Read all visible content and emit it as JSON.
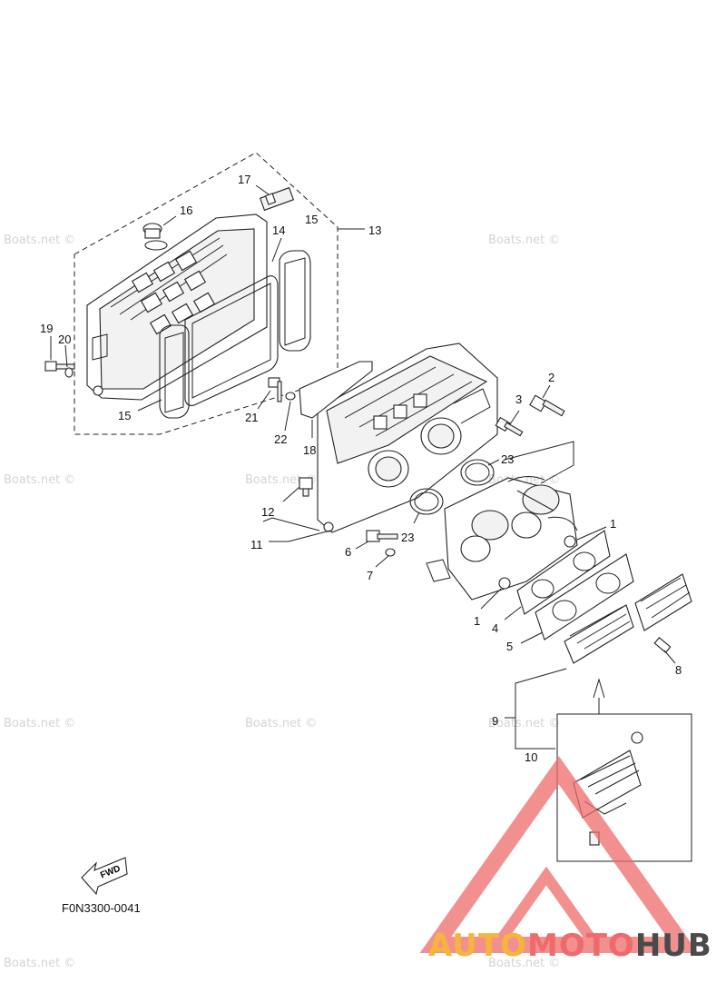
{
  "callouts": [
    {
      "id": "c1a",
      "text": "1"
    },
    {
      "id": "c1b",
      "text": "1"
    },
    {
      "id": "c2",
      "text": "2"
    },
    {
      "id": "c3",
      "text": "3"
    },
    {
      "id": "c4",
      "text": "4"
    },
    {
      "id": "c5",
      "text": "5"
    },
    {
      "id": "c6",
      "text": "6"
    },
    {
      "id": "c7",
      "text": "7"
    },
    {
      "id": "c8",
      "text": "8"
    },
    {
      "id": "c9",
      "text": "9"
    },
    {
      "id": "c10",
      "text": "10"
    },
    {
      "id": "c11",
      "text": "11"
    },
    {
      "id": "c12",
      "text": "12"
    },
    {
      "id": "c13",
      "text": "13"
    },
    {
      "id": "c14",
      "text": "14"
    },
    {
      "id": "c15a",
      "text": "15"
    },
    {
      "id": "c15b",
      "text": "15"
    },
    {
      "id": "c16",
      "text": "16"
    },
    {
      "id": "c17",
      "text": "17"
    },
    {
      "id": "c18",
      "text": "18"
    },
    {
      "id": "c19",
      "text": "19"
    },
    {
      "id": "c20",
      "text": "20"
    },
    {
      "id": "c21",
      "text": "21"
    },
    {
      "id": "c22",
      "text": "22"
    },
    {
      "id": "c23a",
      "text": "23"
    },
    {
      "id": "c23b",
      "text": "23"
    }
  ],
  "fwd_label": "FWD",
  "drawing_code": "F0N3300-0041",
  "watermark_text": "Boats.net ©",
  "brand": {
    "part1": "AUTO",
    "part2": "MOTO",
    "part3": "HUB",
    "color_part1": "#f5b53c",
    "color_part2": "#ee6b6b",
    "color_part3": "#4a4a4a",
    "logo_color": "#ee6b6b"
  }
}
